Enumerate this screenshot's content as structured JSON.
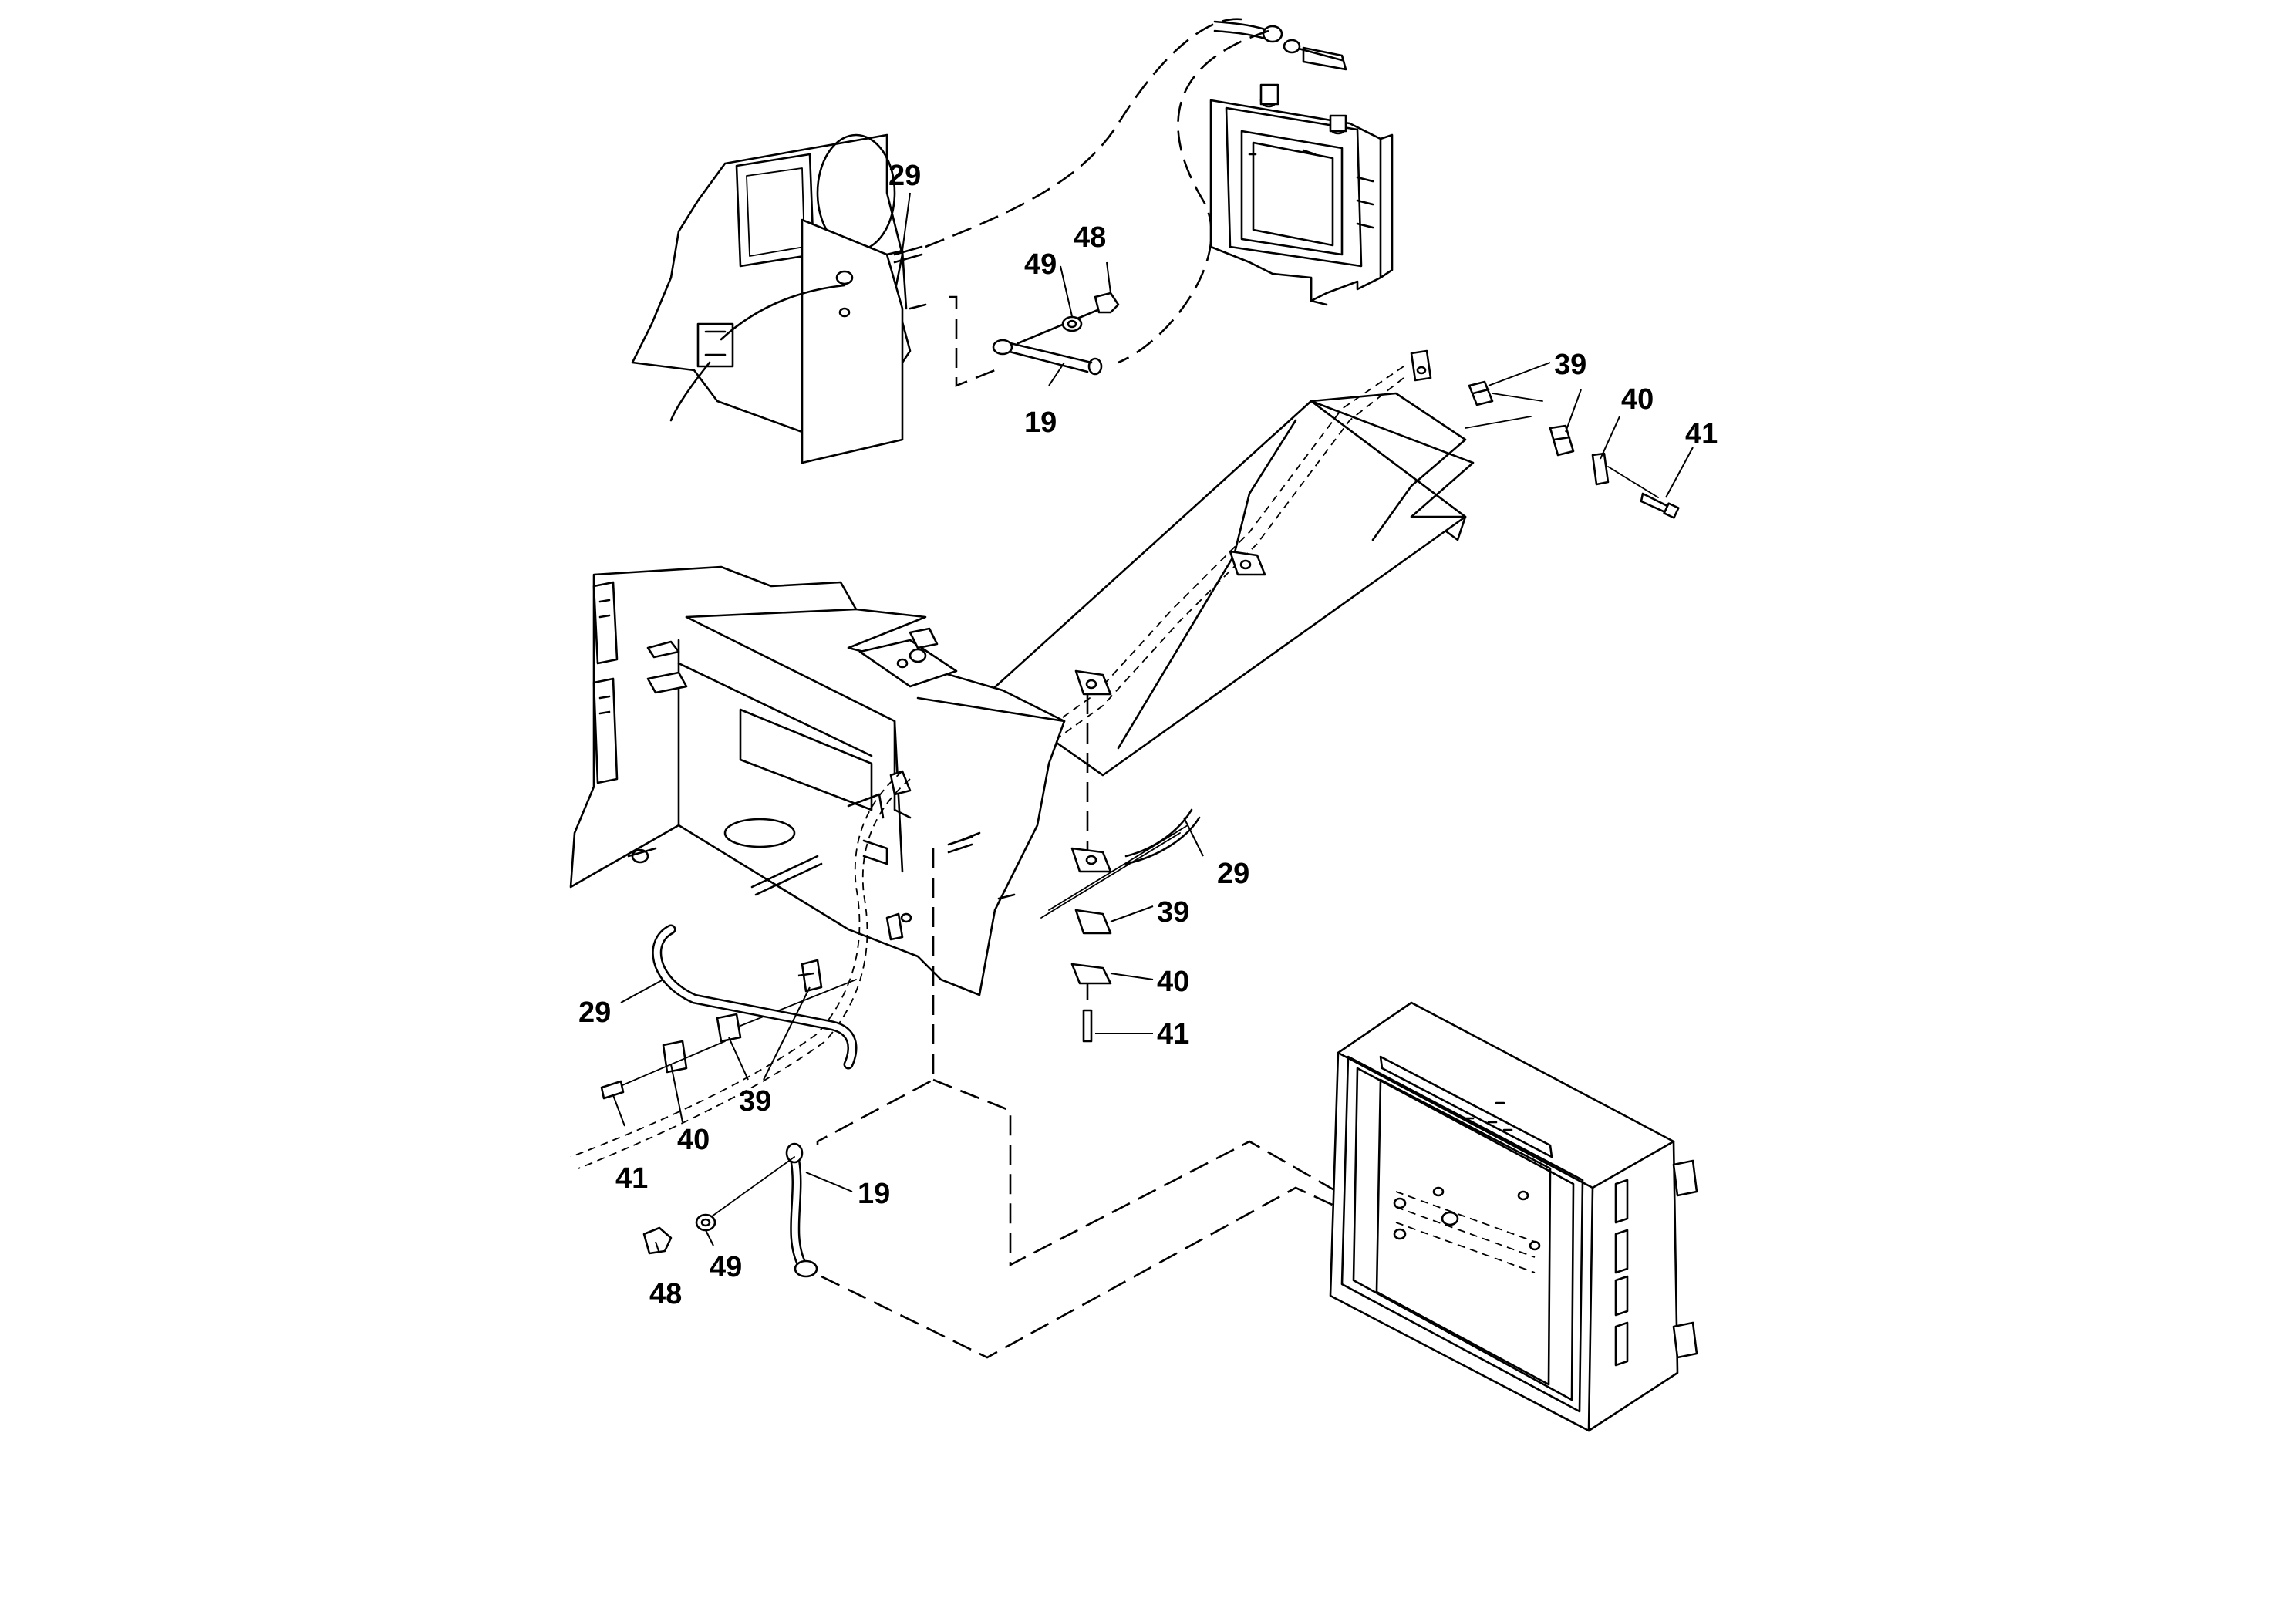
{
  "callouts": [
    {
      "id": "c29a",
      "text": "29"
    },
    {
      "id": "c48a",
      "text": "48"
    },
    {
      "id": "c49a",
      "text": "49"
    },
    {
      "id": "c19a",
      "text": "19"
    },
    {
      "id": "c39a",
      "text": "39"
    },
    {
      "id": "c40a",
      "text": "40"
    },
    {
      "id": "c41a",
      "text": "41"
    },
    {
      "id": "c29b",
      "text": "29"
    },
    {
      "id": "c39b",
      "text": "39"
    },
    {
      "id": "c40b",
      "text": "40"
    },
    {
      "id": "c41b",
      "text": "41"
    },
    {
      "id": "c29c",
      "text": "29"
    },
    {
      "id": "c39c",
      "text": "39"
    },
    {
      "id": "c40c",
      "text": "40"
    },
    {
      "id": "c41c",
      "text": "41"
    },
    {
      "id": "c19b",
      "text": "19"
    },
    {
      "id": "c49b",
      "text": "49"
    },
    {
      "id": "c48b",
      "text": "48"
    }
  ]
}
